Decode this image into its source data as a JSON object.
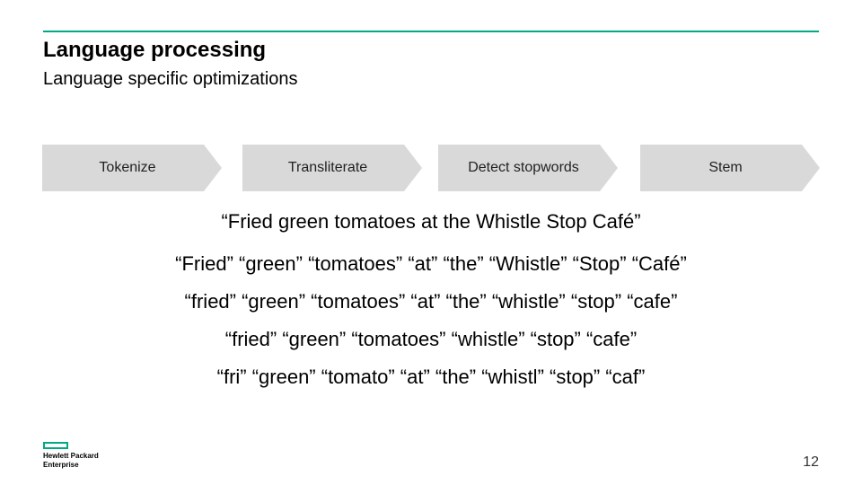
{
  "slide": {
    "title": "Language processing",
    "subtitle": "Language specific optimizations"
  },
  "pipeline": {
    "steps": [
      {
        "label": "Tokenize"
      },
      {
        "label": "Transliterate"
      },
      {
        "label": "Detect stopwords"
      },
      {
        "label": "Stem"
      }
    ],
    "step_fill_color": "#d9d9d9"
  },
  "examples": [
    "“Fried green tomatoes at the Whistle Stop Café”",
    "“Fried” “green” “tomatoes” “at” “the” “Whistle” “Stop” “Café”",
    "“fried” “green” “tomatoes” “at” “the” “whistle” “stop” “cafe”",
    "“fried” “green” “tomatoes” “whistle” “stop” “cafe”",
    "“fri” “green” “tomato” “at” “the” “whistl” “stop” “caf”"
  ],
  "footer": {
    "logo_line1": "Hewlett Packard",
    "logo_line2": "Enterprise",
    "logo_icon": "hpe-rectangle-logo",
    "page_number": "12"
  },
  "colors": {
    "accent": "#01a982",
    "text": "#000000"
  }
}
